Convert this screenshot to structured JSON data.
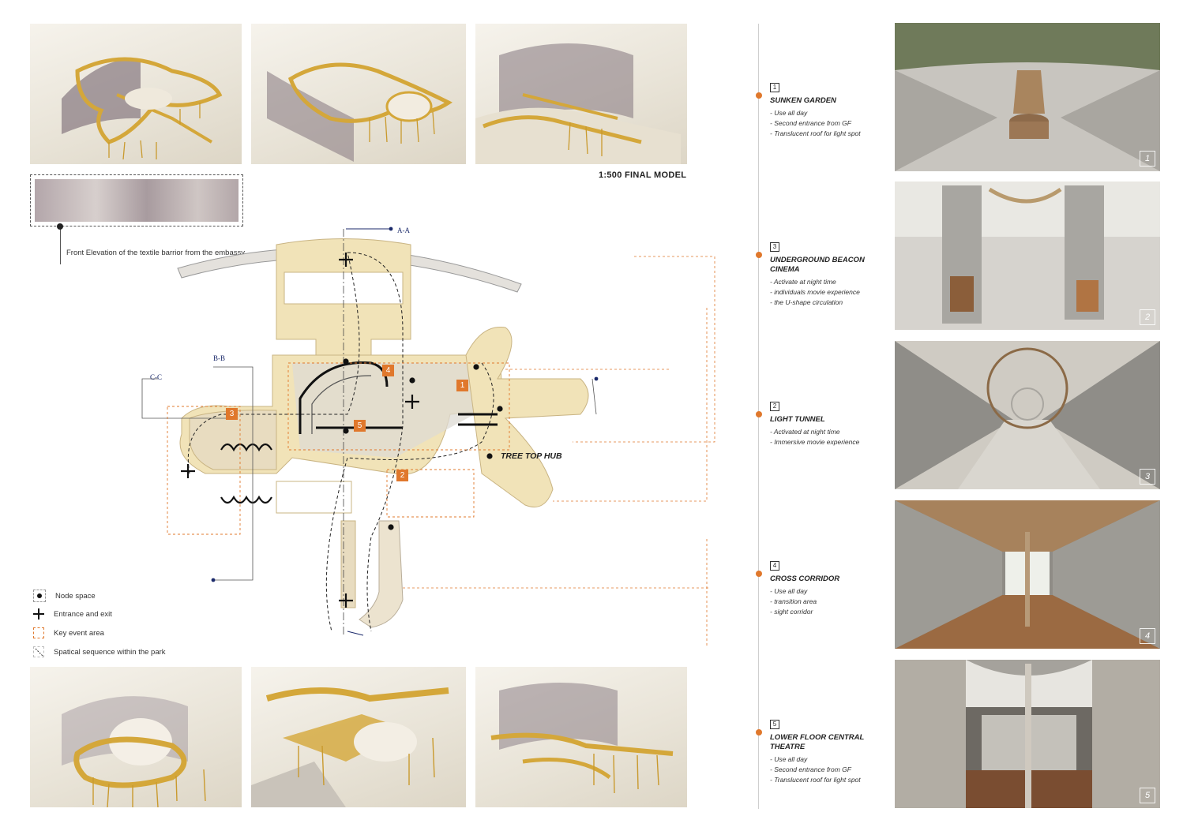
{
  "model_title": "1:500 FINAL MODEL",
  "elevation_caption": "Front Elevation of the textile barrior from the embassy.",
  "hub_label": "TREE TOP HUB",
  "section_tags": {
    "a": "A-A",
    "b": "B-B",
    "c": "C-C"
  },
  "plan_markers": [
    "1",
    "2",
    "3",
    "4",
    "5"
  ],
  "legend": [
    {
      "label": "Node space",
      "icon": "node-dot-icon"
    },
    {
      "label": "Entrance and exit",
      "icon": "cross-icon"
    },
    {
      "label": "Key event area",
      "icon": "dashed-square-icon"
    },
    {
      "label": "Spatical sequence within the park",
      "icon": "diagonal-line-icon"
    }
  ],
  "items": [
    {
      "num": "1",
      "title": "SUNKEN GARDEN",
      "bullets": [
        "- Use all day",
        "- Second entrance from GF",
        "- Translucent roof for light spot"
      ]
    },
    {
      "num": "3",
      "title": "UNDERGROUND BEACON CINEMA",
      "bullets": [
        "- Activate at night time",
        "- individuals movie experience",
        "- the U-shape circulation"
      ]
    },
    {
      "num": "2",
      "title": "LIGHT TUNNEL",
      "bullets": [
        "- Activated at night time",
        "- Immersive movie experience"
      ]
    },
    {
      "num": "4",
      "title": "CROSS CORRIDOR",
      "bullets": [
        "- Use all day",
        "- transition area",
        "- sight corridor"
      ]
    },
    {
      "num": "5",
      "title": "LOWER FLOOR CENTRAL THEATRE",
      "bullets": [
        "- Use all day",
        "- Second entrance from GF",
        "- Translucent roof for light spot"
      ]
    }
  ],
  "render_numbers": [
    "1",
    "2",
    "3",
    "4",
    "5"
  ],
  "colors": {
    "accent": "#e0782c",
    "gold": "#d4a73a",
    "plan_fill": "#f1e3b8",
    "section_blue": "#1b2a6b"
  }
}
